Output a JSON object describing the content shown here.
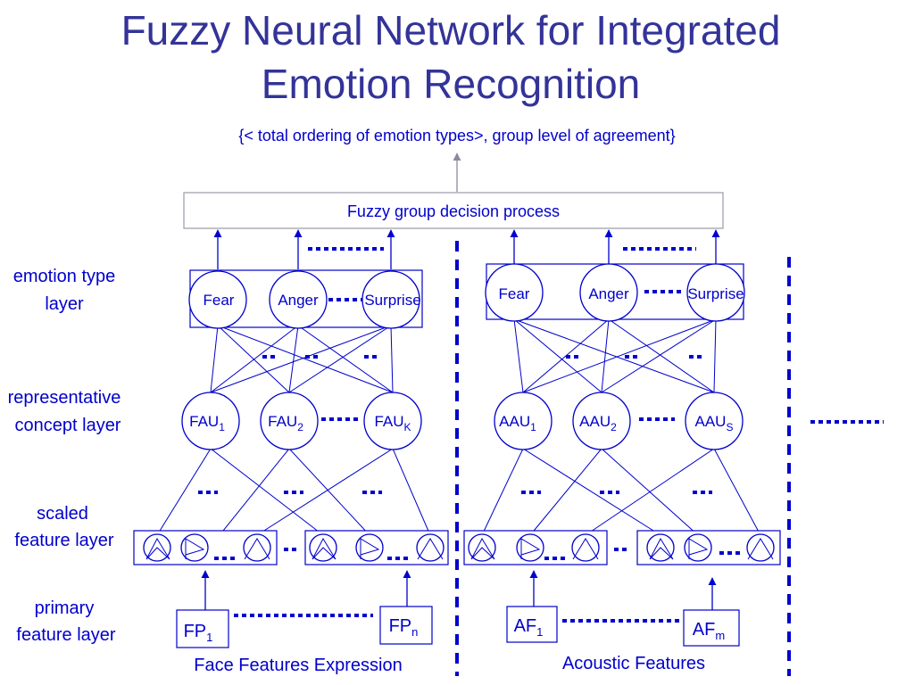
{
  "title": {
    "line1": "Fuzzy Neural Network for Integrated",
    "line2": "Emotion Recognition"
  },
  "output_label": "{< total ordering of emotion types>, group level of agreement}",
  "decision_box": "Fuzzy group decision process",
  "layers": {
    "emotion_line1": "emotion type",
    "emotion_line2": "layer",
    "concept_line1": "representative",
    "concept_line2": "concept layer",
    "scaled_line1": "scaled",
    "scaled_line2": "feature layer",
    "primary_line1": "primary",
    "primary_line2": "feature layer"
  },
  "face": {
    "emotions": [
      "Fear",
      "Anger",
      "Surprise"
    ],
    "concepts": [
      {
        "base": "FAU",
        "sub": "1"
      },
      {
        "base": "FAU",
        "sub": "2"
      },
      {
        "base": "FAU",
        "sub": "K"
      }
    ],
    "primary": [
      {
        "base": "FP",
        "sub": "1"
      },
      {
        "base": "FP",
        "sub": "n"
      }
    ],
    "caption": "Face Features Expression"
  },
  "acoustic": {
    "emotions": [
      "Fear",
      "Anger",
      "Surprise"
    ],
    "concepts": [
      {
        "base": "AAU",
        "sub": "1"
      },
      {
        "base": "AAU",
        "sub": "2"
      },
      {
        "base": "AAU",
        "sub": "S"
      }
    ],
    "primary": [
      {
        "base": "AF",
        "sub": "1"
      },
      {
        "base": "AF",
        "sub": "m"
      }
    ],
    "caption": "Acoustic Features"
  },
  "colors": {
    "title": "#333399",
    "diagram": "#0000cc",
    "decision_box_border": "#9a9aa8"
  }
}
